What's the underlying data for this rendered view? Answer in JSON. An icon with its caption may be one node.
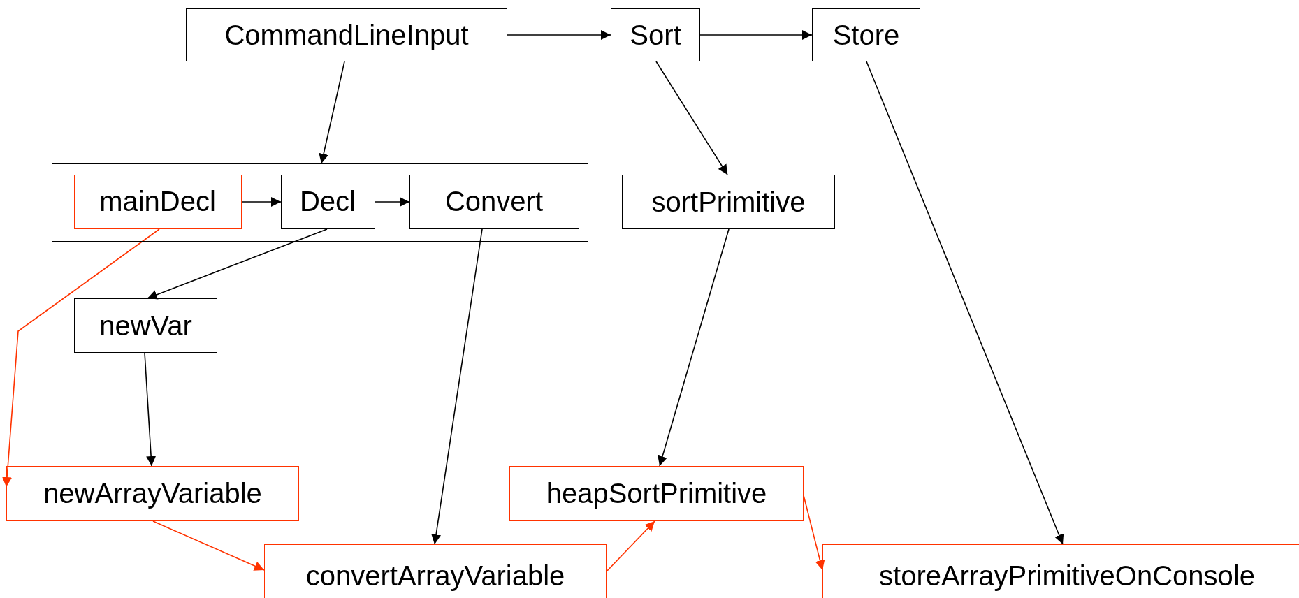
{
  "diagram": {
    "nodes": [
      {
        "text": [
          "CommandLineInput"
        ]
      },
      {
        "text": [
          "Sort"
        ]
      },
      {
        "text": [
          "Store"
        ]
      },
      {
        "text": [],
        "shape": "box"
      },
      {
        "text": [
          "mainDecl"
        ],
        "in": 3
      },
      {
        "text": [
          "Decl"
        ],
        "in": 3
      },
      {
        "text": [
          "Convert"
        ],
        "in": 3
      },
      {
        "text": [
          "sortPrimitive"
        ]
      },
      {
        "text": [
          "newVar"
        ]
      },
      {
        "text": [
          "newArrayVariable"
        ]
      },
      {
        "text": [
          "heapSortPrimitive"
        ]
      },
      {
        "text": [
          "convertArrayVariable"
        ]
      },
      {
        "text": [
          "storeArrayPrimitiveOnConsole"
        ]
      }
    ],
    "edges": [
      {
        "from": 0,
        "to": 1,
        "arrow": "to"
      },
      {
        "from": 1,
        "to": 2,
        "arrow": "to"
      },
      {
        "from": 0,
        "to": 3,
        "arrow": "to"
      },
      {
        "from": 4,
        "to": 5,
        "arrow": "to"
      },
      {
        "from": 5,
        "to": 6,
        "arrow": "to"
      },
      {
        "from": 1,
        "to": 7,
        "arrow": "to"
      },
      {
        "from": 2,
        "to": 12,
        "arrow": "to"
      },
      {
        "from": 5,
        "to": 8,
        "arrow": "to"
      },
      {
        "from": 6,
        "to": 11,
        "arrow": "to"
      },
      {
        "from": 7,
        "to": 10,
        "arrow": "to"
      },
      {
        "from": 8,
        "to": 9,
        "arrow": "to"
      },
      {
        "from": 4,
        "to": 9,
        "arrow": "to",
        "color": "#ff3300"
      },
      {
        "from": 9,
        "to": 11,
        "arrow": "to",
        "color": "#ff3300"
      },
      {
        "from": 11,
        "to": 10,
        "arrow": "to",
        "color": "#ff3300"
      },
      {
        "from": 10,
        "to": 12,
        "arrow": "to",
        "color": "#ff3300"
      }
    ]
  }
}
